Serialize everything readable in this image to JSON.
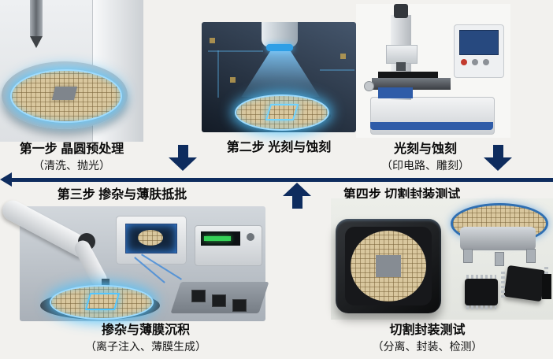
{
  "canvas": {
    "background": "#f2f1ee"
  },
  "colors": {
    "arrow": "#0e2c5e",
    "glow_blue": "#4fc3ff",
    "wafer_tan": "#d9c79e",
    "text": "#0a0a0a"
  },
  "labels": {
    "step1_title": "第一步 晶圆预处理",
    "step1_sub": "（清洗、抛光）",
    "step2_title": "第二步 光刻与蚀刻",
    "step2b_title": "光刻与蚀刻",
    "step2b_sub": "（印电路、雕刻）",
    "step3_title": "第三步 掺杂与薄肤抵批",
    "step4_title": "第四步 切割封装测试",
    "step3_result_title": "掺杂与薄膜沉积",
    "step3_result_sub": "（离子注入、薄膜生成）",
    "step4_result_title": "切割封装测试",
    "step4_result_sub": "（分离、封装、检测）"
  },
  "illustrations": {
    "top_left": "wafer-pretreatment-polishing-machine",
    "top_middle": "lithography-exposure-on-wafer",
    "top_right": "etching-inspection-microscope-machine",
    "bottom_left": "doping-thin-film-deposition-station",
    "bottom_right": "diced-wafer-case-and-packaged-chips"
  }
}
